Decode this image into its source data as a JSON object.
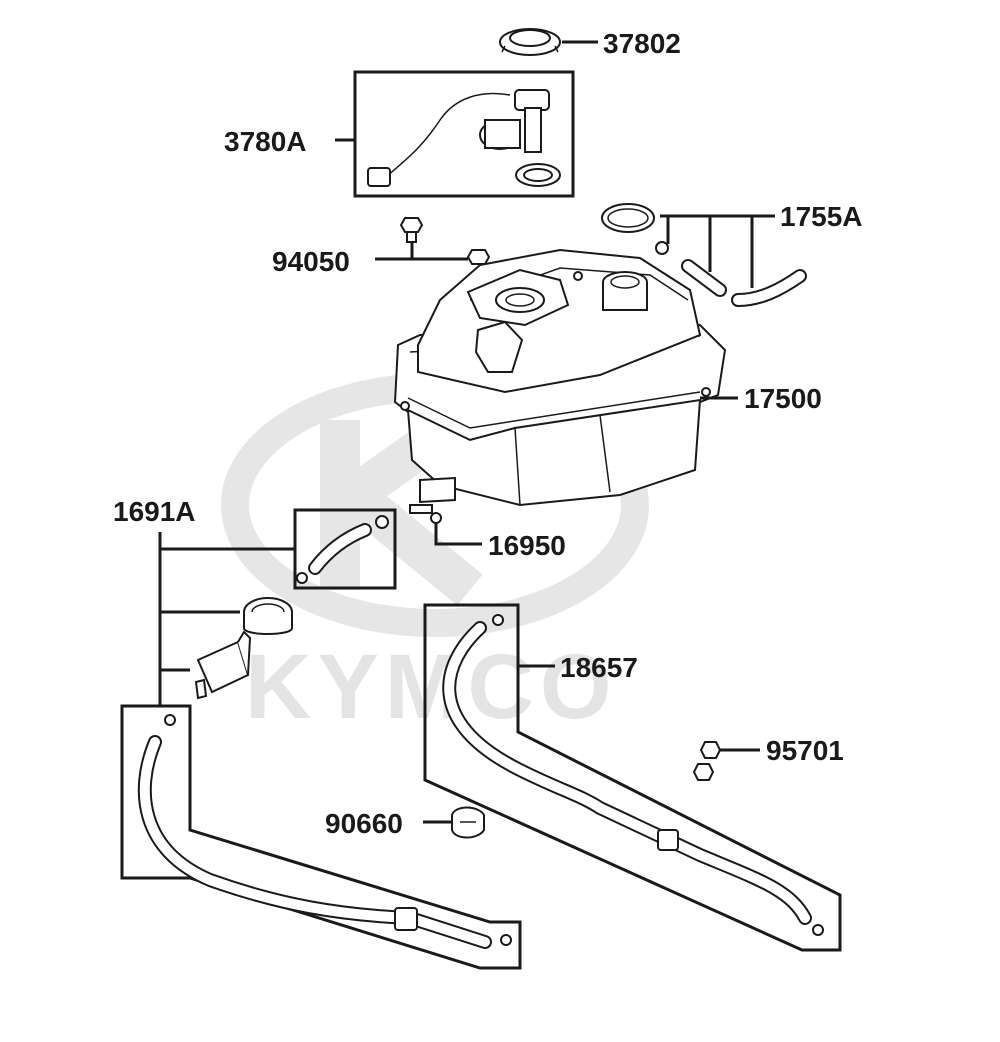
{
  "watermark": {
    "brand": "KYMCO"
  },
  "callouts": [
    {
      "id": "37802",
      "label": "37802"
    },
    {
      "id": "3780A",
      "label": "3780A"
    },
    {
      "id": "1755A",
      "label": "1755A"
    },
    {
      "id": "94050",
      "label": "94050"
    },
    {
      "id": "17500",
      "label": "17500"
    },
    {
      "id": "1691A",
      "label": "1691A"
    },
    {
      "id": "16950",
      "label": "16950"
    },
    {
      "id": "18657",
      "label": "18657"
    },
    {
      "id": "95701",
      "label": "95701"
    },
    {
      "id": "90660",
      "label": "90660"
    }
  ]
}
